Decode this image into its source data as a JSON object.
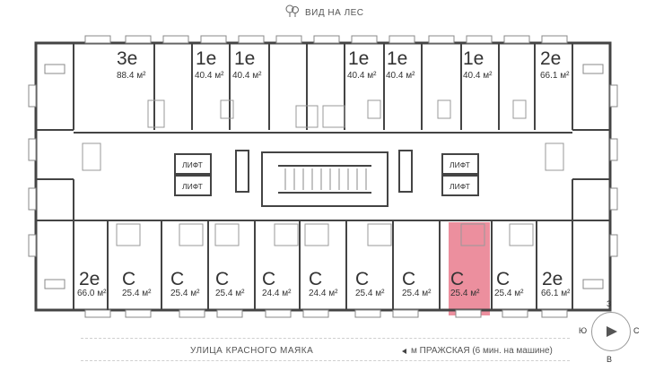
{
  "view_label": "ВИД НА ЛЕС",
  "street_label": "УЛИЦА КРАСНОГО МАЯКА",
  "metro_label": "м ПРАЖСКАЯ (6 мин. на машине)",
  "compass": {
    "north": "З",
    "south": "В",
    "west": "Ю",
    "east": "С"
  },
  "lift_label": "ЛИФТ",
  "highlight_color": "#ec8f9e",
  "units_top": [
    {
      "type": "3е",
      "area": "88.4 м²"
    },
    {
      "type": "1е",
      "area": "40.4 м²"
    },
    {
      "type": "1е",
      "area": "40.4 м²"
    },
    {
      "type": "1е",
      "area": "40.4 м²"
    },
    {
      "type": "1е",
      "area": "40.4 м²"
    },
    {
      "type": "1е",
      "area": "40.4 м²"
    },
    {
      "type": "2е",
      "area": "66.1 м²"
    }
  ],
  "units_bottom": [
    {
      "type": "2е",
      "area": "66.0 м²"
    },
    {
      "type": "С",
      "area": "25.4 м²"
    },
    {
      "type": "С",
      "area": "25.4 м²"
    },
    {
      "type": "С",
      "area": "25.4 м²"
    },
    {
      "type": "С",
      "area": "24.4 м²"
    },
    {
      "type": "С",
      "area": "24.4 м²"
    },
    {
      "type": "С",
      "area": "25.4 м²"
    },
    {
      "type": "С",
      "area": "25.4 м²"
    },
    {
      "type": "С",
      "area": "25.4 м²",
      "selected": true
    },
    {
      "type": "С",
      "area": "25.4 м²"
    },
    {
      "type": "2е",
      "area": "66.1 м²"
    }
  ]
}
